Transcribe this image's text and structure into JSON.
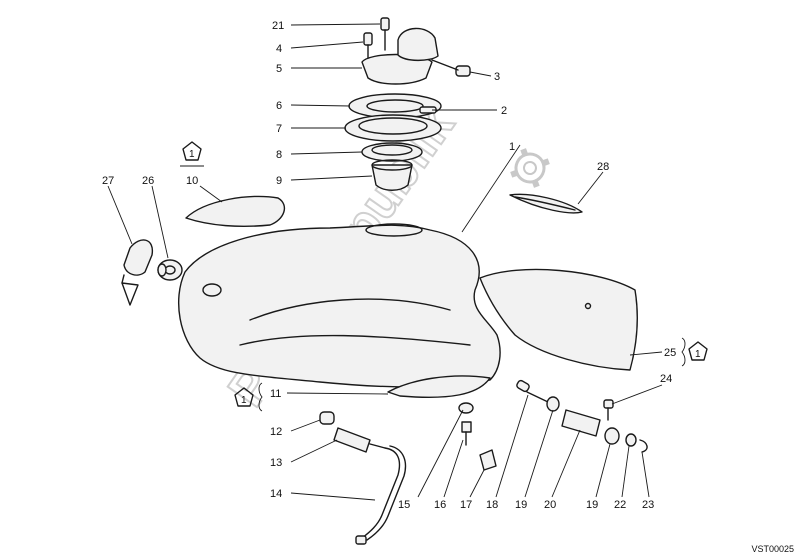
{
  "diagram": {
    "code": "VST00025",
    "watermark": "PartsRepublik",
    "assembly_ref": "1",
    "callouts": [
      {
        "label": "1"
      },
      {
        "label": "2"
      },
      {
        "label": "3"
      },
      {
        "label": "4"
      },
      {
        "label": "5"
      },
      {
        "label": "6"
      },
      {
        "label": "7"
      },
      {
        "label": "8"
      },
      {
        "label": "9"
      },
      {
        "label": "10"
      },
      {
        "label": "11"
      },
      {
        "label": "12"
      },
      {
        "label": "13"
      },
      {
        "label": "14"
      },
      {
        "label": "15"
      },
      {
        "label": "16"
      },
      {
        "label": "17"
      },
      {
        "label": "18"
      },
      {
        "label": "19"
      },
      {
        "label": "19"
      },
      {
        "label": "20"
      },
      {
        "label": "21"
      },
      {
        "label": "22"
      },
      {
        "label": "23"
      },
      {
        "label": "24"
      },
      {
        "label": "25"
      },
      {
        "label": "26"
      },
      {
        "label": "27"
      },
      {
        "label": "28"
      }
    ]
  }
}
